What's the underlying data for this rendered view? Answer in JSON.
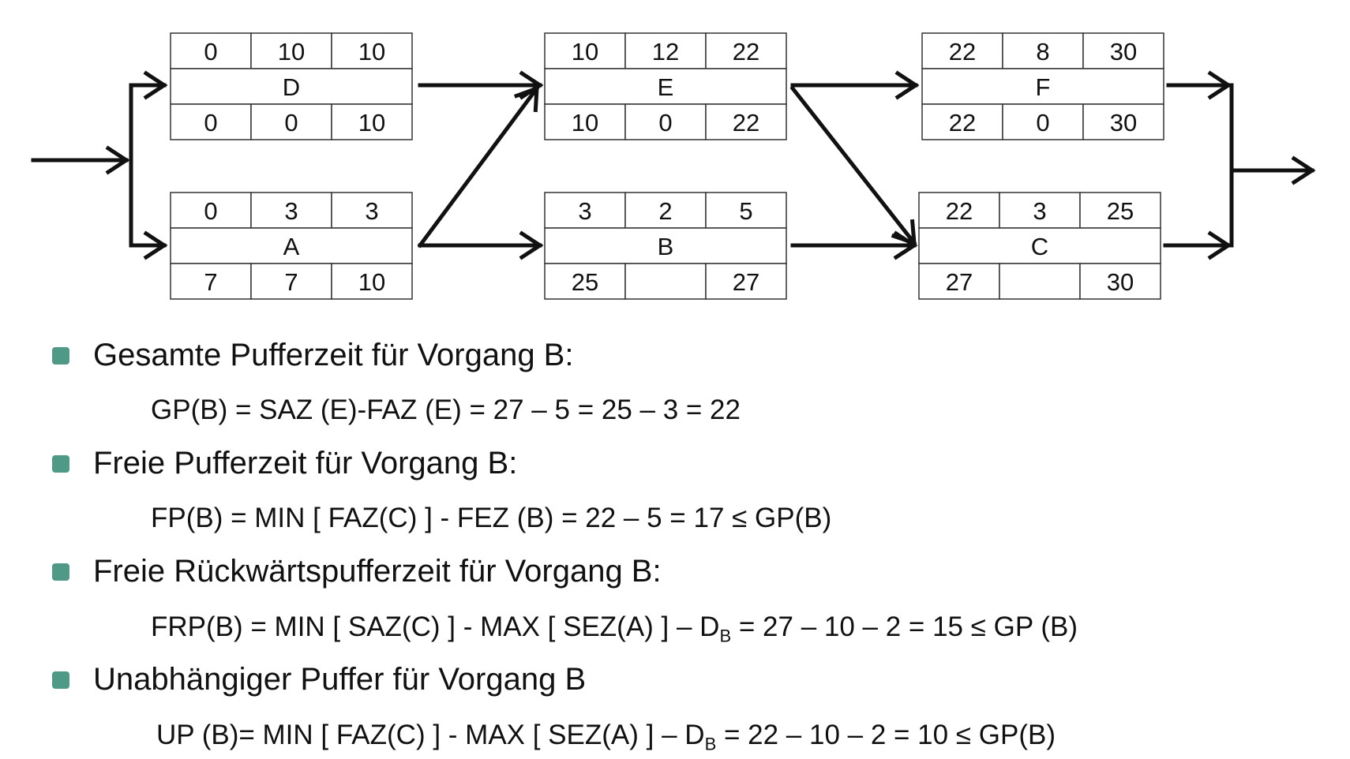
{
  "colors": {
    "bullet": "#4e9a86",
    "line": "#111111",
    "box_border": "#333333"
  },
  "nodes": [
    {
      "id": "D",
      "name": "D",
      "top": [
        "0",
        "10",
        "10"
      ],
      "bottom": [
        "0",
        "0",
        "10"
      ]
    },
    {
      "id": "A",
      "name": "A",
      "top": [
        "0",
        "3",
        "3"
      ],
      "bottom": [
        "7",
        "7",
        "10"
      ]
    },
    {
      "id": "E",
      "name": "E",
      "top": [
        "10",
        "12",
        "22"
      ],
      "bottom": [
        "10",
        "0",
        "22"
      ]
    },
    {
      "id": "B",
      "name": "B",
      "top": [
        "3",
        "2",
        "5"
      ],
      "bottom": [
        "25",
        "",
        "27"
      ]
    },
    {
      "id": "F",
      "name": "F",
      "top": [
        "22",
        "8",
        "30"
      ],
      "bottom": [
        "22",
        "0",
        "30"
      ]
    },
    {
      "id": "C",
      "name": "C",
      "top": [
        "22",
        "3",
        "25"
      ],
      "bottom": [
        "27",
        "",
        "30"
      ]
    }
  ],
  "edges": [
    {
      "from": "start",
      "to": "D"
    },
    {
      "from": "start",
      "to": "A"
    },
    {
      "from": "D",
      "to": "E"
    },
    {
      "from": "A",
      "to": "E"
    },
    {
      "from": "A",
      "to": "B"
    },
    {
      "from": "E",
      "to": "F"
    },
    {
      "from": "E",
      "to": "C"
    },
    {
      "from": "B",
      "to": "C"
    },
    {
      "from": "F",
      "to": "end"
    },
    {
      "from": "C",
      "to": "end"
    }
  ],
  "sections": [
    {
      "heading": "Gesamte Pufferzeit für Vorgang B:",
      "formula": {
        "main": "GP(B) = SAZ (E)-FAZ (E) = 27 – 5 = 25 – 3 = 22"
      }
    },
    {
      "heading": "Freie Pufferzeit für Vorgang B:",
      "formula": {
        "main": "FP(B) = MIN [ FAZ(C) ] - FEZ (B) = 22 – 5 = 17 ≤ GP(B)"
      }
    },
    {
      "heading": "Freie Rückwärtspufferzeit für Vorgang B:",
      "formula": {
        "pre": "FRP(B) = MIN [ SAZ(C) ] - MAX [ SEZ(A) ] – D",
        "sub": "B",
        "post": " = 27 – 10 – 2 = 15 ≤ GP (B)"
      }
    },
    {
      "heading": "Unabhängiger Puffer für Vorgang B",
      "formula": {
        "pre": "UP (B)= MIN [ FAZ(C) ] - MAX [ SEZ(A) ] – D",
        "sub": "B",
        "post": " = 22 – 10 – 2 = 10 ≤ GP(B)"
      }
    }
  ]
}
